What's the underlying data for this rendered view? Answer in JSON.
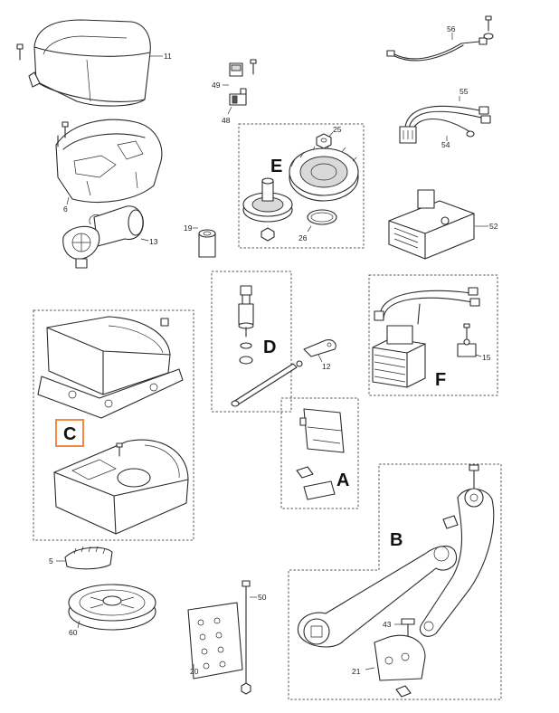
{
  "parts": {
    "p11": "11",
    "p6": "6",
    "p13": "13",
    "p19": "19",
    "p49": "49",
    "p48": "48",
    "p25": "25",
    "p26": "26",
    "p56": "56",
    "p55": "55",
    "p54": "54",
    "p52": "52",
    "p12": "12",
    "p15": "15",
    "p5": "5",
    "p60": "60",
    "p50": "50",
    "p20": "20",
    "p43": "43",
    "p21": "21"
  },
  "groups": {
    "A": "A",
    "B": "B",
    "C": "C",
    "D": "D",
    "E": "E",
    "F": "F"
  },
  "colors": {
    "highlight": "#f08a4b",
    "line": "#2a2a2a"
  }
}
